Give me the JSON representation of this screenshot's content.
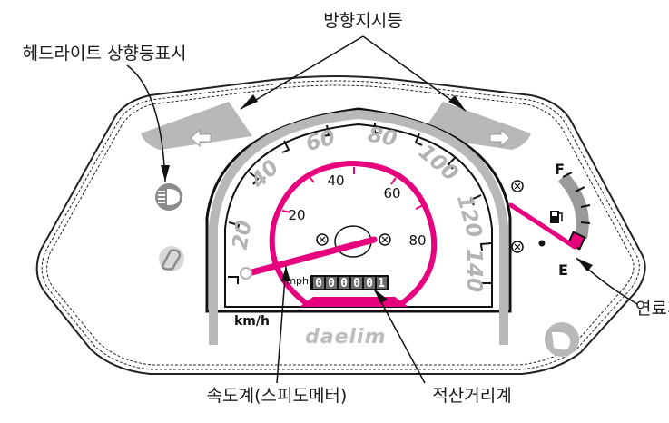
{
  "callouts": {
    "turn_signal": "방향지시등",
    "headlight_high_beam": "헤드라이트 상향등표시",
    "fuel_gauge": "연료계",
    "speedometer": "속도계(스피도메터)",
    "odometer": "적산거리계"
  },
  "speedometer": {
    "kmh_ticks": [
      "20",
      "40",
      "60",
      "80",
      "100",
      "120",
      "140"
    ],
    "mph_ticks": [
      "20",
      "40",
      "60",
      "80"
    ],
    "kmh_unit": "km/h",
    "mph_unit": "mph"
  },
  "odometer": {
    "digits": [
      "0",
      "0",
      "0",
      "0",
      "0",
      "1"
    ]
  },
  "fuel": {
    "full_label": "F",
    "empty_label": "E"
  },
  "brand": {
    "name": "daelim"
  },
  "colors": {
    "accent": "#e6007e",
    "panel_gray": "#b8b8b8",
    "ink": "#111111"
  },
  "icons": [
    "left-turn-arrow-icon",
    "right-turn-arrow-icon",
    "high-beam-icon",
    "brand-logo-icon",
    "fuel-pump-icon",
    "key-icon"
  ]
}
